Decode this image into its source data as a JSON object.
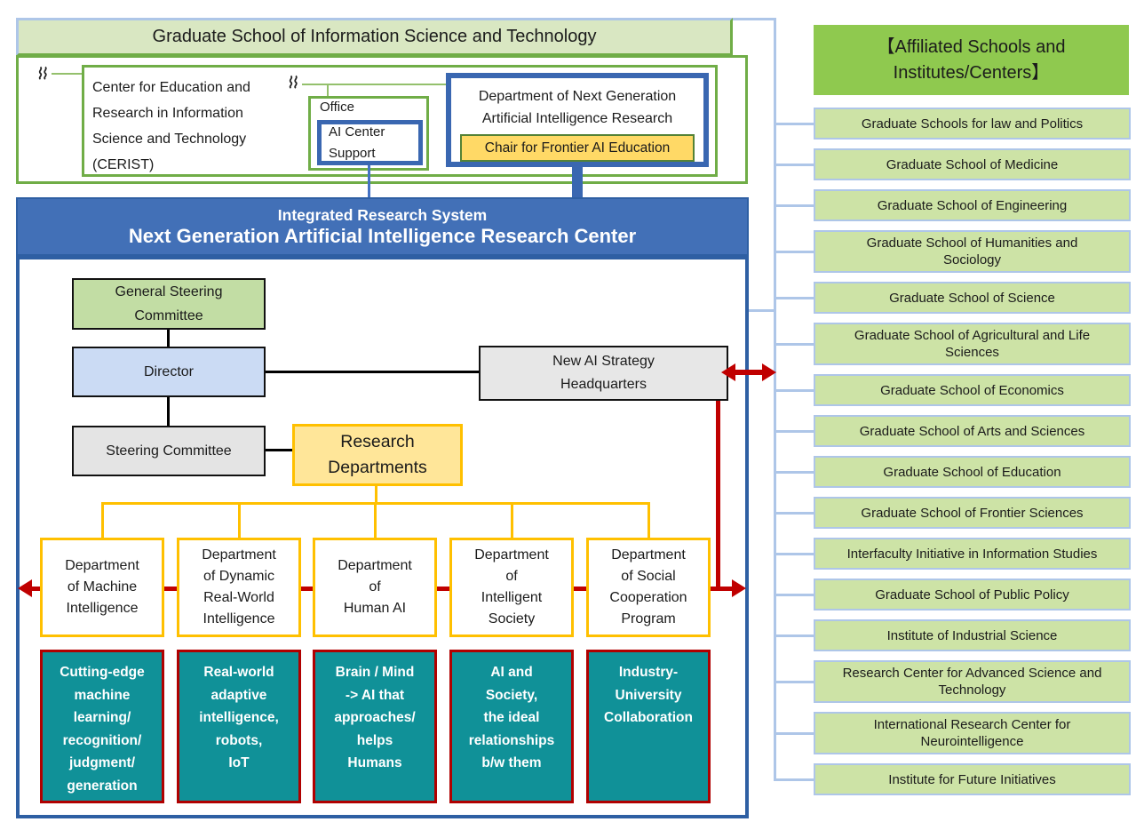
{
  "colors": {
    "green_border": "#70ad47",
    "light_green_fill": "#d9e7c2",
    "bright_green_header": "#8fc94f",
    "affiliated_item_fill": "#cde3a6",
    "link_light_blue": "#aec6e8",
    "dark_blue_border": "#2e5fa3",
    "banner_blue_fill": "#4270b7",
    "box_blue_border": "#3a67b1",
    "director_fill": "#cbdbf4",
    "committee_green_fill": "#c2dda4",
    "gray_fill": "#e7e7e7",
    "accent_orange": "#ffc000",
    "research_dept_fill": "#ffe699",
    "chair_fill": "#ffd966",
    "chair_border": "#548235",
    "teal_fill": "#109198",
    "teal_border": "#b00000",
    "arrow_red": "#c00000"
  },
  "top_section": {
    "banner": "Graduate School of Information Science and Technology",
    "cerist": "Center for Education and\nResearch in Information\nScience and Technology\n (CERIST)",
    "office_label": "Office",
    "ai_center_support": "AI Center\nSupport",
    "next_gen_department": "Department of Next Generation\nArtificial Intelligence Research",
    "chair": "Chair for Frontier AI Education"
  },
  "research_center": {
    "banner_line1": "Integrated Research System",
    "banner_line2": "Next Generation Artificial Intelligence Research Center",
    "general_steering_committee": "General Steering\nCommittee",
    "director": "Director",
    "new_ai_strategy_hq": "New  AI Strategy\nHeadquarters",
    "steering_committee": "Steering Committee",
    "research_departments": "Research\nDepartments",
    "departments": [
      {
        "name": "Department\nof Machine\nIntelligence",
        "focus": "Cutting-edge\nmachine\nlearning/\nrecognition/\njudgment/\ngeneration"
      },
      {
        "name": "Department\nof Dynamic\nReal-World\nIntelligence",
        "focus": "Real-world\nadaptive\nintelligence,\nrobots,\nIoT"
      },
      {
        "name": "Department\nof\nHuman AI",
        "focus": "Brain / Mind\n-> AI that\napproaches/\nhelps\nHumans"
      },
      {
        "name": "Department\nof\nIntelligent\nSociety",
        "focus": "AI and\nSociety,\nthe ideal\nrelationships\nb/w them"
      },
      {
        "name": "Department\nof Social\nCooperation\nProgram",
        "focus": "Industry-\nUniversity\nCollaboration"
      }
    ]
  },
  "affiliated": {
    "header": "【Affiliated Schools and\nInstitutes/Centers】",
    "items": [
      "Graduate Schools for law and Politics",
      "Graduate School of Medicine",
      "Graduate School of Engineering",
      "Graduate School of Humanities and\nSociology",
      "Graduate School of Science",
      "Graduate School of Agricultural and Life\nSciences",
      "Graduate School of Economics",
      "Graduate School of Arts and Sciences",
      "Graduate School of Education",
      "Graduate School of Frontier Sciences",
      "Interfaculty Initiative in Information Studies",
      "Graduate School of Public Policy",
      "Institute of Industrial Science",
      "Research Center for Advanced Science and\nTechnology",
      "International Research Center for\nNeurointelligence",
      "Institute for Future Initiatives"
    ]
  }
}
